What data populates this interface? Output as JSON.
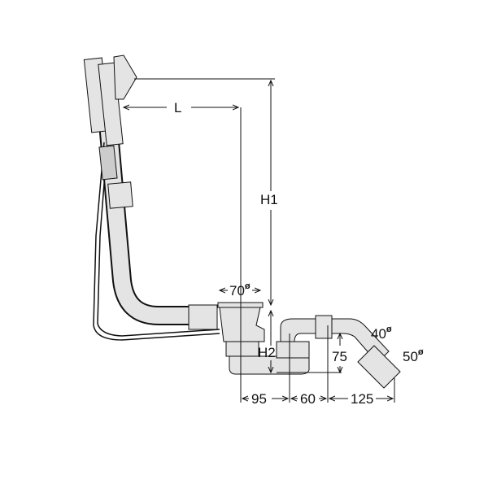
{
  "title": "Bath waste and overflow set dimension drawing",
  "dimensions": {
    "L": "L",
    "H1": "H1",
    "H2": "H2",
    "waste_diameter": "70",
    "height_outlet": "75",
    "outlet_small": "40",
    "outlet_large": "50",
    "dist_a": "95",
    "dist_b": "60",
    "dist_c": "125",
    "diameter_symbol": "ø"
  },
  "colors": {
    "part_fill": "#e4e4e4",
    "outline": "#111111"
  }
}
